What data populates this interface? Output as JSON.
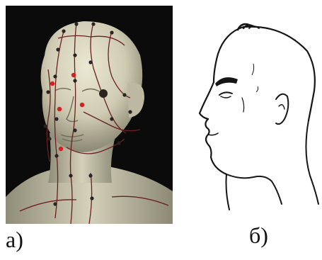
{
  "figure": {
    "panel_a": {
      "caption": "а)",
      "content": "acupuncture-head-model",
      "colors": {
        "background": "#0b0b0b",
        "skin": "#cfcbb3",
        "meridian": "#6b1f1f",
        "point": "#2b2222",
        "highlight_point": "#d42020"
      }
    },
    "panel_b": {
      "caption": "б)",
      "content": "profile-head-line-drawing",
      "colors": {
        "background": "#ffffff",
        "ink": "#151515"
      }
    }
  }
}
